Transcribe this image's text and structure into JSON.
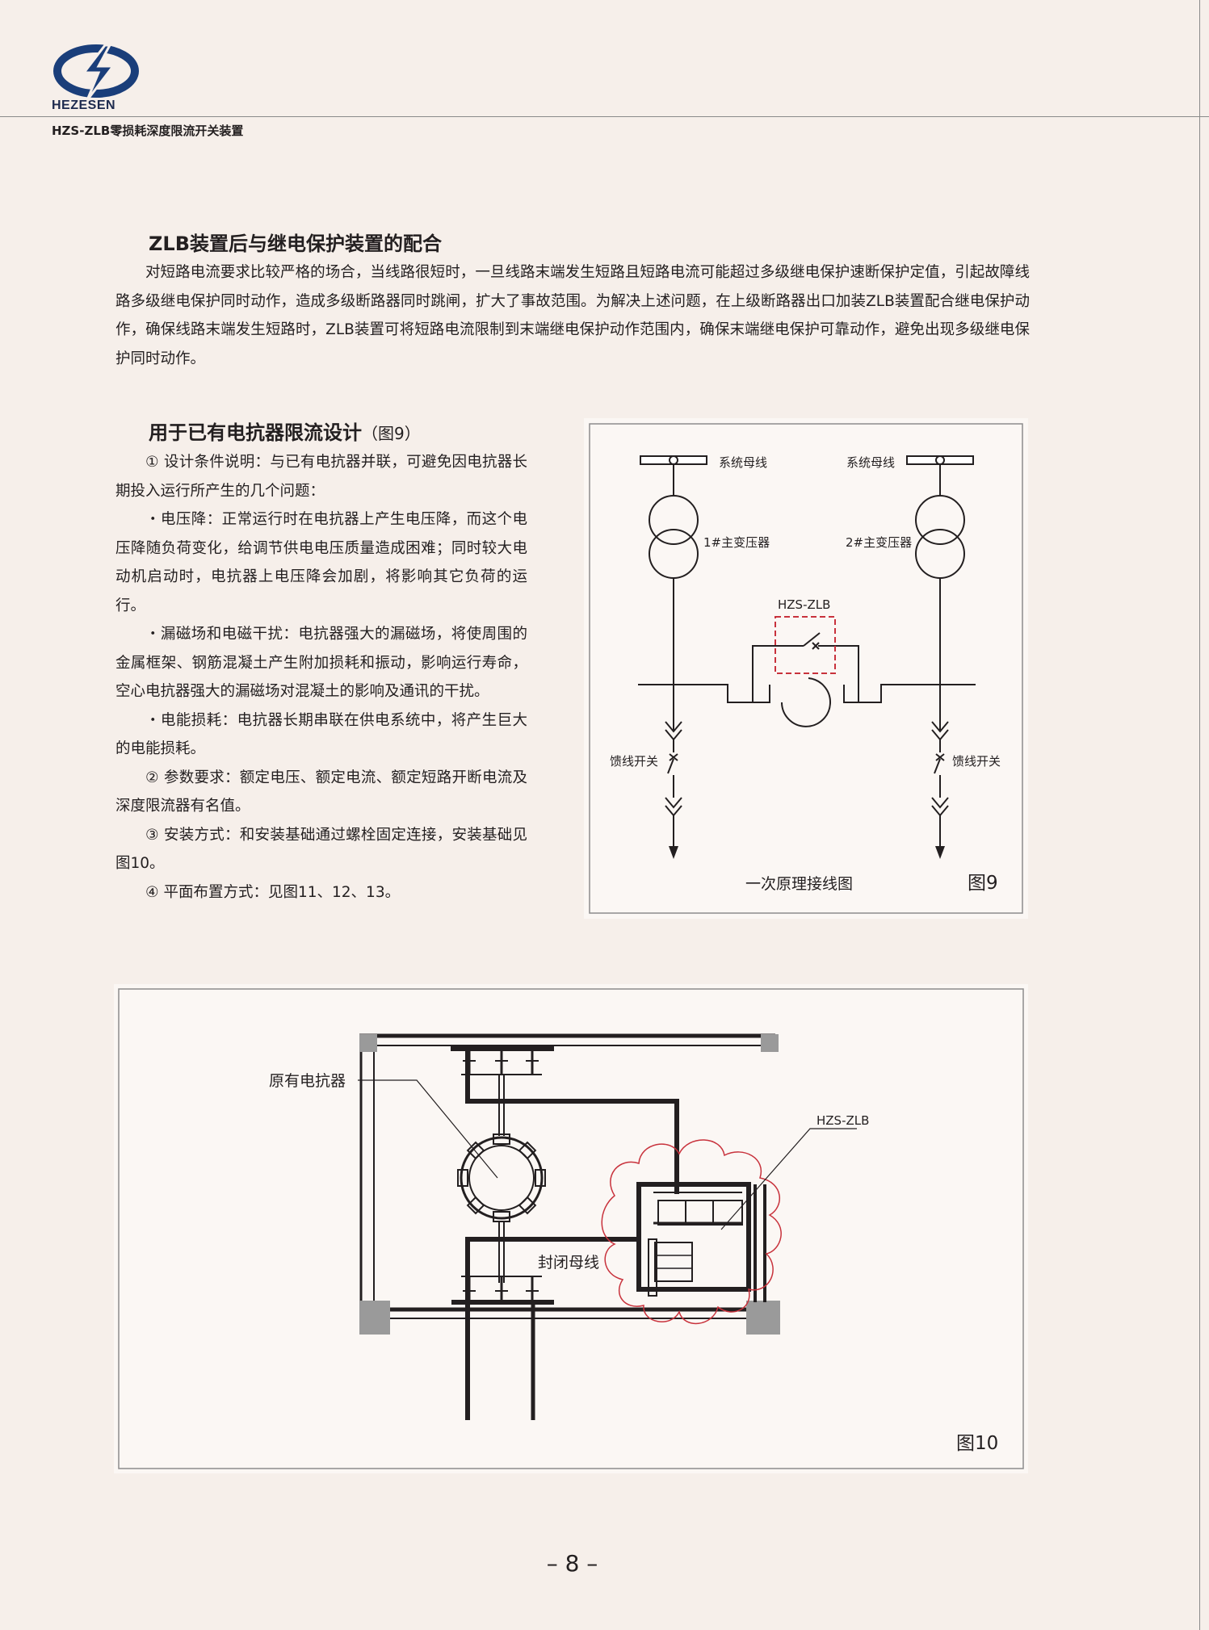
{
  "header": {
    "brand": "HEZESEN",
    "product": "HZS-ZLB零损耗深度限流开关装置"
  },
  "section1": {
    "title": "ZLB装置后与继电保护装置的配合",
    "body": "对短路电流要求比较严格的场合，当线路很短时，一旦线路末端发生短路且短路电流可能超过多级继电保护速断保护定值，引起故障线路多级继电保护同时动作，造成多级断路器同时跳闸，扩大了事故范围。为解决上述问题，在上级断路器出口加装ZLB装置配合继电保护动作，确保线路末端发生短路时，ZLB装置可将短路电流限制到末端继电保护动作范围内，确保末端继电保护可靠动作，避免出现多级继电保护同时动作。"
  },
  "section2": {
    "title": "用于已有电抗器限流设计",
    "ref": "（图9）",
    "paragraphs": [
      "① 设计条件说明：与已有电抗器并联，可避免因电抗器长期投入运行所产生的几个问题：",
      "・电压降：正常运行时在电抗器上产生电压降，而这个电压降随负荷变化，给调节供电电压质量造成困难；同时较大电动机启动时，电抗器上电压降会加剧，将影响其它负荷的运行。",
      "・漏磁场和电磁干扰：电抗器强大的漏磁场，将使周围的金属框架、钢筋混凝土产生附加损耗和振动，影响运行寿命，空心电抗器强大的漏磁场对混凝土的影响及通讯的干扰。",
      "・电能损耗：电抗器长期串联在供电系统中，将产生巨大的电能损耗。",
      "② 参数要求：额定电压、额定电流、额定短路开断电流及深度限流器有名值。",
      "③ 安装方式：和安装基础通过螺栓固定连接，安装基础见图10。",
      "④ 平面布置方式：见图11、12、13。"
    ]
  },
  "fig9": {
    "bus_left": "系统母线",
    "bus_right": "系统母线",
    "tx1": "1#主变压器",
    "tx2": "2#主变压器",
    "device": "HZS-ZLB",
    "feeder_left": "馈线开关",
    "feeder_right": "馈线开关",
    "caption": "一次原理接线图",
    "label": "图9"
  },
  "fig10": {
    "reactor": "原有电抗器",
    "device": "HZS-ZLB",
    "busway": "封闭母线",
    "label": "图10"
  },
  "page_number": "– 8 –",
  "colors": {
    "accent_red": "#c8323c",
    "logo_blue": "#1a3e7a"
  }
}
